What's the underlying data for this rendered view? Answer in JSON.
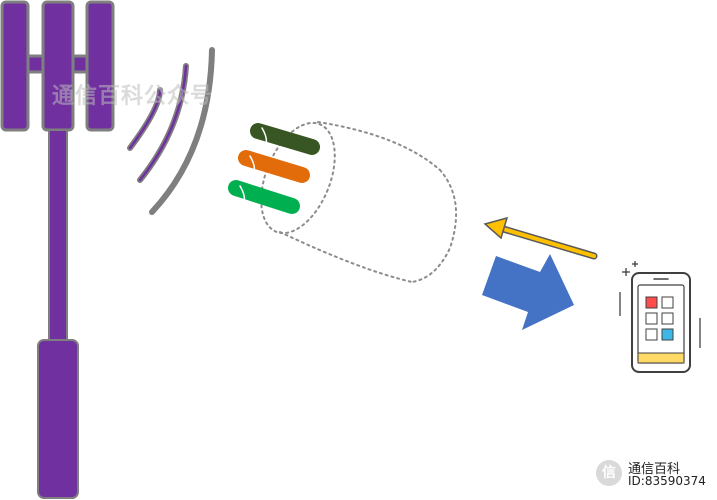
{
  "watermark": {
    "top_text": "通信百科公众号",
    "badge_glyph": "信",
    "bottom_name": "通信百科",
    "bottom_id": "ID:83590374"
  },
  "colors": {
    "tower": "#7030a0",
    "tower_outline": "#7f7f7f",
    "beam_dark_green": "#375623",
    "beam_orange": "#e36c0a",
    "beam_green": "#00b050",
    "big_arrow": "#4472c4",
    "small_arrow": "#ffc000",
    "phone_red": "#ff4d4d",
    "phone_cyan": "#3fb7e6",
    "phone_bar": "#ffd966"
  },
  "icons": [
    "cell-tower-icon",
    "radio-waves-icon",
    "signal-cylinder-icon",
    "downlink-arrow-icon",
    "uplink-arrow-icon",
    "smartphone-icon"
  ]
}
